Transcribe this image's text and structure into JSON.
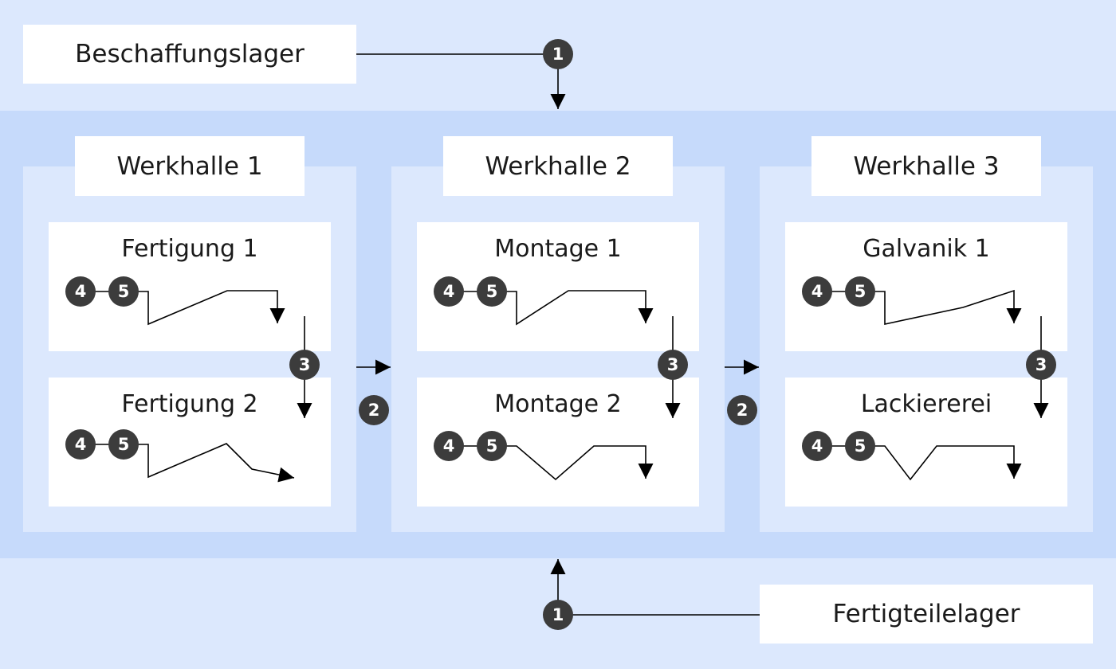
{
  "storage": {
    "procurement_label": "Beschaffungslager",
    "finished_label": "Fertigteilelager"
  },
  "halls": [
    {
      "title": "Werkhalle 1",
      "stations": [
        "Fertigung 1",
        "Fertigung 2"
      ]
    },
    {
      "title": "Werkhalle 2",
      "stations": [
        "Montage 1",
        "Montage 2"
      ]
    },
    {
      "title": "Werkhalle 3",
      "stations": [
        "Galvanik 1",
        "Lackiererei"
      ]
    }
  ],
  "markers": {
    "m1": "1",
    "m2": "2",
    "m3": "3",
    "m4": "4",
    "m5": "5"
  },
  "colors": {
    "background": "#dce8fd",
    "band": "#c6dafb",
    "box": "#ffffff",
    "badge": "#3c3c3c",
    "line": "#000000"
  }
}
